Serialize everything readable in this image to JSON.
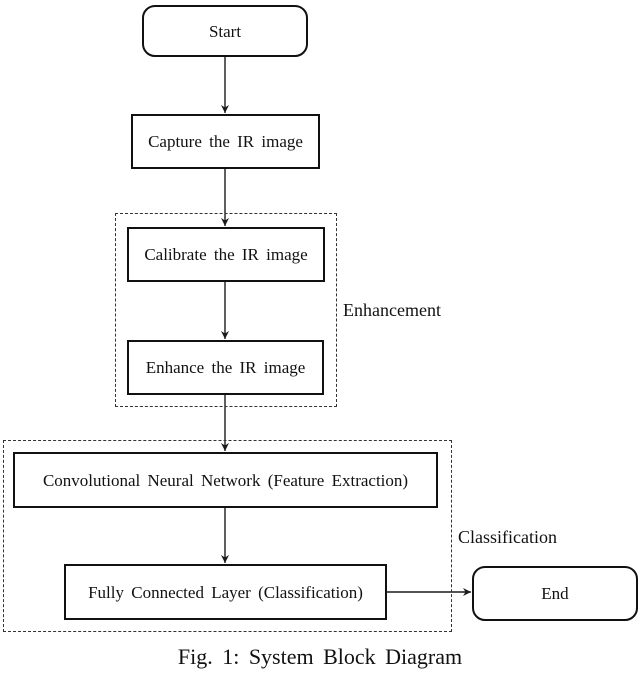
{
  "diagram": {
    "nodes": {
      "start": {
        "label": "Start",
        "shape": "rounded-terminal"
      },
      "capture": {
        "label": "Capture the IR image",
        "shape": "process"
      },
      "calibrate": {
        "label": "Calibrate the IR image",
        "shape": "process"
      },
      "enhance": {
        "label": "Enhance the IR image",
        "shape": "process"
      },
      "cnn": {
        "label": "Convolutional Neural Network (Feature Extraction)",
        "shape": "process"
      },
      "fc": {
        "label": "Fully Connected Layer (Classification)",
        "shape": "process"
      },
      "end": {
        "label": "End",
        "shape": "rounded-terminal"
      }
    },
    "groups": {
      "enhancement": {
        "label": "Enhancement"
      },
      "classification": {
        "label": "Classification"
      }
    },
    "edges": [
      {
        "from": "start",
        "to": "capture",
        "direction": "down"
      },
      {
        "from": "capture",
        "to": "calibrate",
        "direction": "down"
      },
      {
        "from": "calibrate",
        "to": "enhance",
        "direction": "down"
      },
      {
        "from": "enhance",
        "to": "cnn",
        "direction": "down"
      },
      {
        "from": "cnn",
        "to": "fc",
        "direction": "down"
      },
      {
        "from": "fc",
        "to": "end",
        "direction": "right"
      }
    ],
    "caption": "Fig. 1: System Block Diagram",
    "colors": {
      "line": "#111111",
      "text": "#111111",
      "background": "#ffffff",
      "dashed_border": "#333333"
    }
  }
}
